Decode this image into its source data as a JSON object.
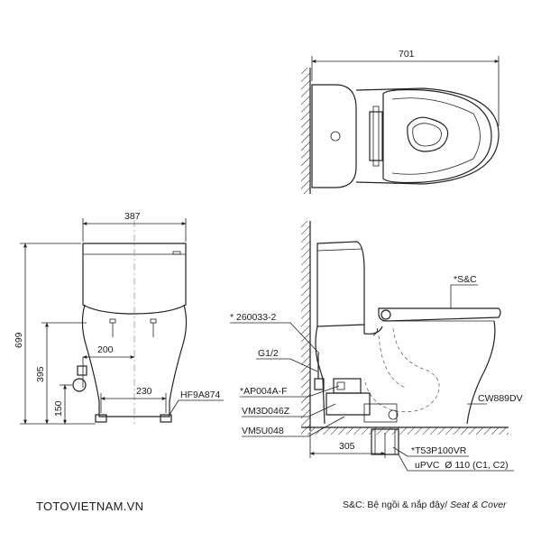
{
  "dimensions": {
    "top_width": "701",
    "front_width": "387",
    "total_height": "699",
    "outlet_height": "395",
    "inlet_height": "150",
    "inlet_offset": "200",
    "foot_spacing": "230",
    "rough_in": "305"
  },
  "parts": {
    "seat_cover": "*S&C",
    "p_260033": "* 260033-2",
    "g12": "G1/2",
    "ap004": "*AP004A-F",
    "vm3d": "VM3D046Z",
    "vm5u": "VM5U048",
    "hf9a": "HF9A874",
    "cw889": "CW889DV",
    "t53": "*T53P100VR",
    "upvc": "uPVC  Ø 110 (C1, C2)"
  },
  "footer": {
    "brand": "TOTOVIETNAM.VN",
    "legend_vi": "S&C: Bệ ngồi & nắp đậy/",
    "legend_en": "Seat & Cover"
  }
}
